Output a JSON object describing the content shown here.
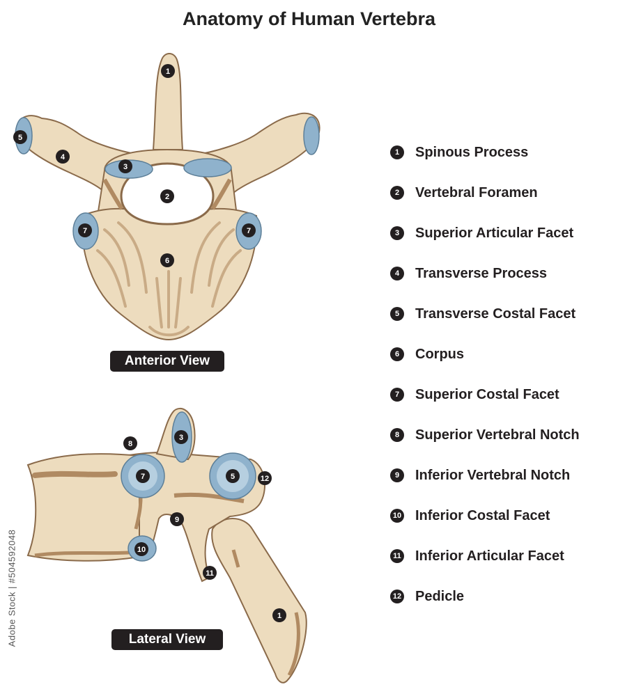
{
  "title": "Anatomy of Human Vertebra",
  "views": {
    "anterior": "Anterior View",
    "lateral": "Lateral View"
  },
  "legend": [
    {
      "num": "1",
      "label": "Spinous Process"
    },
    {
      "num": "2",
      "label": "Vertebral Foramen"
    },
    {
      "num": "3",
      "label": "Superior Articular Facet"
    },
    {
      "num": "4",
      "label": "Transverse Process"
    },
    {
      "num": "5",
      "label": "Transverse Costal Facet"
    },
    {
      "num": "6",
      "label": "Corpus"
    },
    {
      "num": "7",
      "label": "Superior Costal Facet"
    },
    {
      "num": "8",
      "label": "Superior Vertebral Notch"
    },
    {
      "num": "9",
      "label": "Inferior Vertebral Notch"
    },
    {
      "num": "10",
      "label": "Inferior Costal Facet"
    },
    {
      "num": "11",
      "label": "Inferior Articular Facet"
    },
    {
      "num": "12",
      "label": "Pedicle"
    }
  ],
  "markers": {
    "anterior": [
      "1",
      "5",
      "4",
      "3",
      "2",
      "7",
      "7",
      "6"
    ],
    "lateral": [
      "8",
      "3",
      "7",
      "5",
      "12",
      "9",
      "10",
      "11",
      "1"
    ]
  },
  "stock_id": "Adobe Stock | #504592048",
  "colors": {
    "bone": "#eddcbe",
    "bone_shadow": "#b08a62",
    "bone_line": "#8a6a4a",
    "facet": "#8fb2cc",
    "facet_inner": "#b6cfe0",
    "marker": "#231f20"
  }
}
